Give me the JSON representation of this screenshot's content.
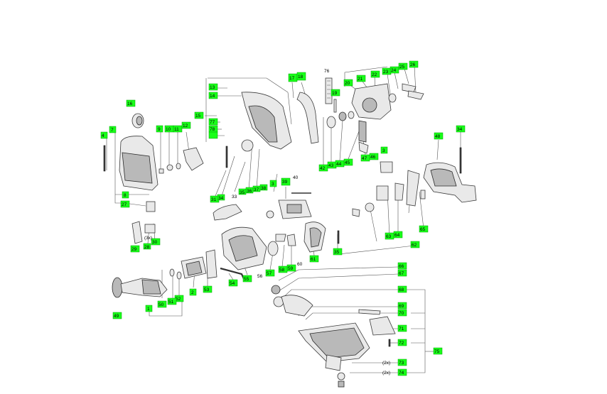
{
  "callouts": [
    {
      "id": "c1",
      "label": "1"
    },
    {
      "id": "c2",
      "label": "2"
    },
    {
      "id": "c3a",
      "label": "3"
    },
    {
      "id": "c3b",
      "label": "3"
    },
    {
      "id": "c3c",
      "label": "3"
    },
    {
      "id": "c4",
      "label": "4"
    },
    {
      "id": "c7",
      "label": "7"
    },
    {
      "id": "c8",
      "label": "8"
    },
    {
      "id": "c9",
      "label": "9"
    },
    {
      "id": "c10",
      "label": "10"
    },
    {
      "id": "c11",
      "label": "11"
    },
    {
      "id": "c12",
      "label": "12"
    },
    {
      "id": "c13",
      "label": "13"
    },
    {
      "id": "c14",
      "label": "14"
    },
    {
      "id": "c15",
      "label": "15"
    },
    {
      "id": "c16",
      "label": "16"
    },
    {
      "id": "c17",
      "label": "17"
    },
    {
      "id": "c18",
      "label": "18"
    },
    {
      "id": "c19",
      "label": "19"
    },
    {
      "id": "c20",
      "label": "20"
    },
    {
      "id": "c21",
      "label": "21"
    },
    {
      "id": "c22",
      "label": "22"
    },
    {
      "id": "c23",
      "label": "23"
    },
    {
      "id": "c24",
      "label": "24"
    },
    {
      "id": "c25",
      "label": "25"
    },
    {
      "id": "c26",
      "label": "26"
    },
    {
      "id": "c27",
      "label": "27"
    },
    {
      "id": "c28",
      "label": "28"
    },
    {
      "id": "c29",
      "label": "29"
    },
    {
      "id": "c30",
      "label": "30"
    },
    {
      "id": "c31",
      "label": "31"
    },
    {
      "id": "c33",
      "label": "33"
    },
    {
      "id": "c34",
      "label": "34"
    },
    {
      "id": "c35",
      "label": "35"
    },
    {
      "id": "c36",
      "label": "36"
    },
    {
      "id": "c37",
      "label": "37"
    },
    {
      "id": "c38",
      "label": "38"
    },
    {
      "id": "c39",
      "label": "39"
    },
    {
      "id": "c40",
      "label": "40"
    },
    {
      "id": "c41",
      "label": "41"
    },
    {
      "id": "c42",
      "label": "42"
    },
    {
      "id": "c43",
      "label": "43"
    },
    {
      "id": "c44",
      "label": "44"
    },
    {
      "id": "c45",
      "label": "45"
    },
    {
      "id": "c46",
      "label": "46"
    },
    {
      "id": "c47",
      "label": "47"
    },
    {
      "id": "c48",
      "label": "48"
    },
    {
      "id": "c49",
      "label": "49"
    },
    {
      "id": "c50",
      "label": "50"
    },
    {
      "id": "c51",
      "label": "51"
    },
    {
      "id": "c52",
      "label": "52"
    },
    {
      "id": "c53",
      "label": "53"
    },
    {
      "id": "c54",
      "label": "54"
    },
    {
      "id": "c55",
      "label": "55"
    },
    {
      "id": "c56",
      "label": "56"
    },
    {
      "id": "c57",
      "label": "57"
    },
    {
      "id": "c58",
      "label": "58"
    },
    {
      "id": "c59",
      "label": "59"
    },
    {
      "id": "c60",
      "label": "60"
    },
    {
      "id": "c61",
      "label": "61"
    },
    {
      "id": "c62",
      "label": "62"
    },
    {
      "id": "c63",
      "label": "63"
    },
    {
      "id": "c64",
      "label": "64"
    },
    {
      "id": "c65",
      "label": "65"
    },
    {
      "id": "c66",
      "label": "66"
    },
    {
      "id": "c67",
      "label": "67"
    },
    {
      "id": "c68",
      "label": "68"
    },
    {
      "id": "c69",
      "label": "69"
    },
    {
      "id": "c70",
      "label": "70"
    },
    {
      "id": "c71",
      "label": "71"
    },
    {
      "id": "c72",
      "label": "72"
    },
    {
      "id": "c73",
      "label": "73"
    },
    {
      "id": "c74",
      "label": "74"
    },
    {
      "id": "c75",
      "label": "75"
    },
    {
      "id": "c76",
      "label": "76"
    },
    {
      "id": "c77",
      "label": "77"
    },
    {
      "id": "c78",
      "label": "78"
    }
  ],
  "quantity_notes": {
    "q1": "(3x)",
    "q2": "(2x)",
    "q3": "(2x)"
  }
}
